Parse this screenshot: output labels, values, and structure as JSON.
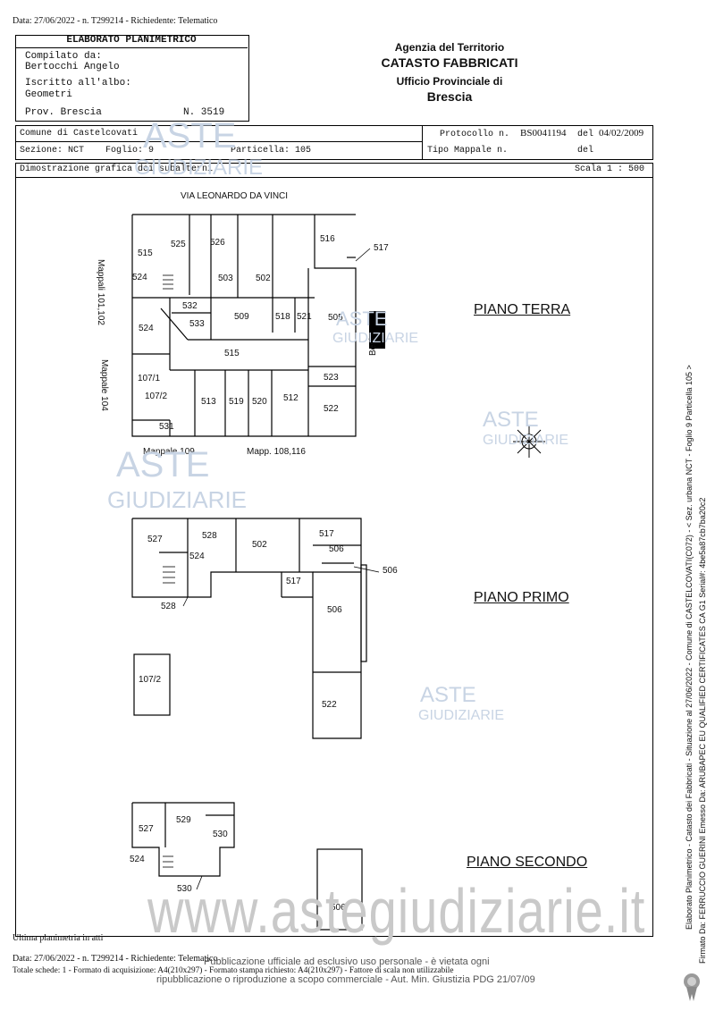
{
  "header": {
    "top_line": "Data: 27/06/2022 - n. T299214 - Richiedente: Telematico",
    "title": "ELABORATO PLANIMETRICO",
    "compilato_label": "Compilato da:",
    "compilato_name": "Bertocchi Angelo",
    "iscritto_label": "Iscritto all'albo:",
    "iscritto_value": "Geometri",
    "prov": "Prov. Brescia",
    "numero": "N.  3519",
    "agency_line1": "Agenzia del Territorio",
    "agency_line2": "CATASTO FABBRICATI",
    "agency_line3": "Ufficio Provinciale di",
    "agency_line4": "Brescia"
  },
  "info": {
    "comune": "Comune di Castelcovati",
    "sezione": "Sezione: NCT",
    "foglio": "Foglio: 9",
    "particella": "Particella: 105",
    "protocollo_label": "Protocollo n.",
    "protocollo_value": "BS0041194",
    "del_label": "del",
    "del_value": "04/02/2009",
    "tipo_mappale": "Tipo Mappale n.",
    "del2": "del",
    "demo": "Dimostrazione grafica dei subalterni",
    "scala": "Scala 1 : 500"
  },
  "plan": {
    "street": "VIA LEONARDO DA VINCI",
    "mappali_left": "Mappali 101,102",
    "mappale_104": "Mappale 104",
    "mappale_109": "Mappale 109",
    "mappale_108": "Mapp. 108,116",
    "beni": "Beni",
    "piano_terra": "PIANO TERRA",
    "piano_primo": "PIANO PRIMO",
    "piano_secondo": "PIANO SECONDO",
    "terra_units": [
      "515",
      "525",
      "526",
      "516",
      "517",
      "524",
      "503",
      "502",
      "532",
      "533",
      "509",
      "518",
      "521",
      "505",
      "524",
      "515",
      "107/1",
      "107/2",
      "523",
      "513",
      "519",
      "520",
      "512",
      "522",
      "531"
    ],
    "primo_units": [
      "527",
      "528",
      "502",
      "517",
      "506",
      "524",
      "517",
      "506",
      "528",
      "506",
      "107/2",
      "522"
    ],
    "secondo_units": [
      "527",
      "529",
      "530",
      "524",
      "530",
      "506"
    ]
  },
  "watermark": {
    "brand_top": "ASTE",
    "brand_bottom": "GIUDIZIARIE",
    "url": "www.astegiudiziarie.it"
  },
  "footer": {
    "ultima": "Ultima planimetria in atti",
    "line1": "Data: 27/06/2022 - n. T299214 - Richiedente: Telematico",
    "line2": "Totale schede: 1 - Formato di acquisizione: A4(210x297) - Formato stampa richiesto: A4(210x297) - Fattore di scala non utilizzabile",
    "notice1": "Pubblicazione ufficiale ad esclusivo uso personale - è vietata ogni",
    "notice2": "ripubblicazione o riproduzione a scopo commerciale - Aut. Min. Giustizia PDG 21/07/09"
  },
  "side": {
    "text1": "Elaborato Planimetrico - Catasto dei Fabbricati - Situazione al 27/06/2022 - Comune di CASTELCOVATI(C072) - < Sez. urbana NCT - Foglio 9 Particella 105 >",
    "text2": "Firmato Da: FERRUCCIO GUERINI Emesso Da: ARUBAPEC EU QUALIFIED CERTIFICATES CA G1 Serial#: 4be5a87cb7ba20c2"
  }
}
